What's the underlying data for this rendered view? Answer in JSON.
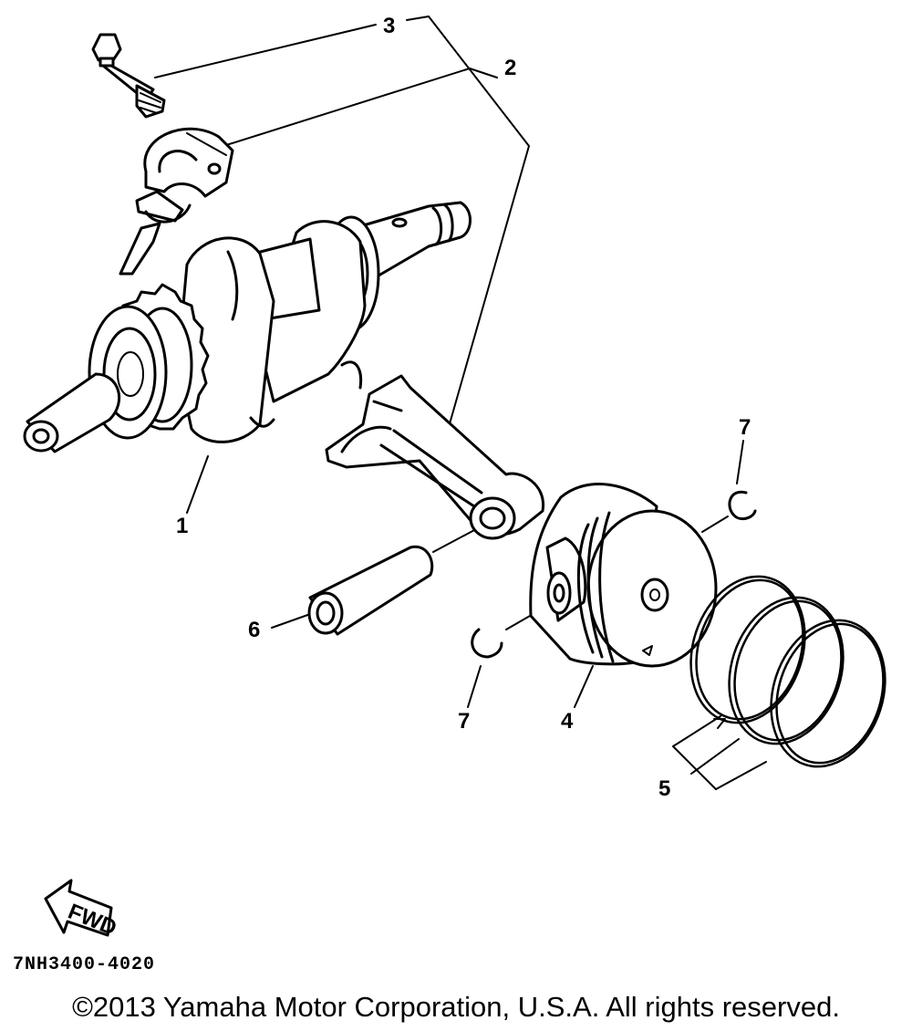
{
  "callouts": {
    "c1": "1",
    "c2": "2",
    "c3": "3",
    "c4": "4",
    "c5": "5",
    "c6": "6",
    "c7a": "7",
    "c7b": "7"
  },
  "fwd_label": "FWD",
  "part_code": "7NH3400-4020",
  "copyright": "©2013 Yamaha Motor Corporation, U.S.A. All rights reserved."
}
